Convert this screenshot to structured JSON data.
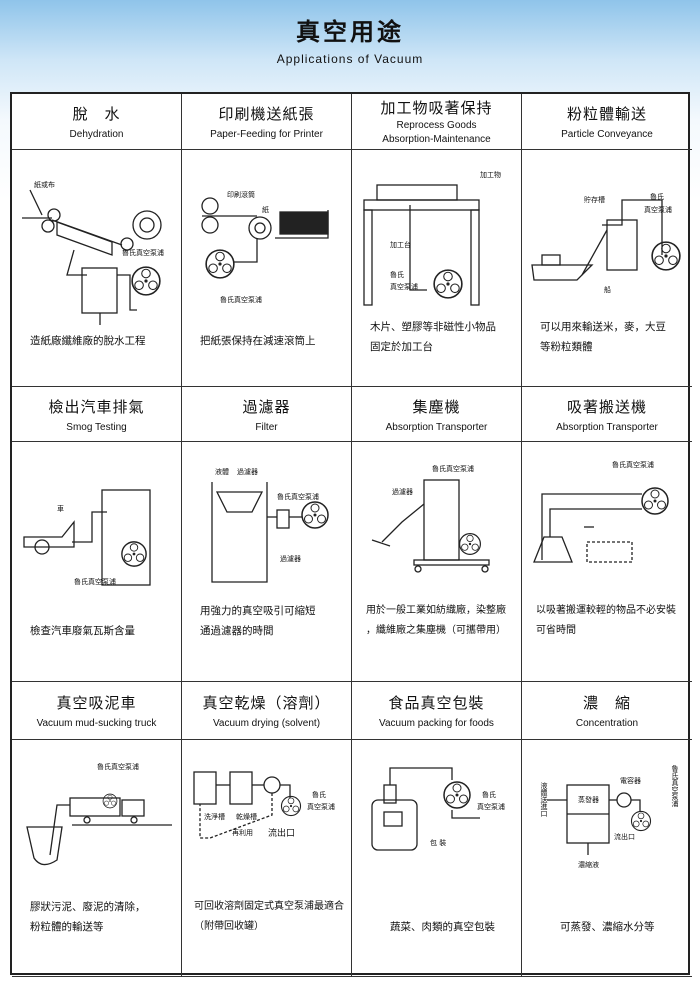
{
  "title": "真空用途",
  "subtitle": "Applications of Vacuum",
  "cells": [
    {
      "zh": "脫　水",
      "en": "Dehydration",
      "labels": [
        "紙或布",
        "魯氏真空泵浦"
      ],
      "caption": [
        "造紙廠纖維廠的脫水工程"
      ]
    },
    {
      "zh": "印刷機送紙張",
      "en": "Paper-Feeding for Printer",
      "labels": [
        "印刷滾筒",
        "紙",
        "魯氏真空泵浦"
      ],
      "caption": [
        "把紙張保持在減速滾筒上"
      ]
    },
    {
      "zh": "加工物吸著保持",
      "en": [
        "Reprocess Goods",
        "Absorption-Maintenance"
      ],
      "labels": [
        "加工物",
        "加工台",
        "魯氏",
        "真空泵浦"
      ],
      "caption": [
        "木片、塑膠等非磁性小物品",
        "固定於加工台"
      ]
    },
    {
      "zh": "粉粒體輸送",
      "en": "Particle Conveyance",
      "labels": [
        "貯存槽",
        "魯氏",
        "真空泵浦",
        "船"
      ],
      "caption": [
        "可以用來輸送米，麥，大豆",
        "等粉粒類體"
      ]
    },
    {
      "zh": "檢出汽車排氣",
      "en": "Smog Testing",
      "labels": [
        "車",
        "魯氏真空泵浦"
      ],
      "caption": [
        "檢查汽車廢氣瓦斯含量"
      ]
    },
    {
      "zh": "過濾器",
      "en": "Filter",
      "labels": [
        "液體",
        "過濾器",
        "魯氏真空泵浦",
        "過濾器"
      ],
      "caption": [
        "用強力的真空吸引可縮短",
        "通過濾器的時間"
      ]
    },
    {
      "zh": "集塵機",
      "en": "Absorption Transporter",
      "labels": [
        "魯氏真空泵浦",
        "過濾器"
      ],
      "caption": [
        "用於一般工業如紡織廠，染整廠",
        "，纖維廠之集塵機（可攜帶用）"
      ]
    },
    {
      "zh": "吸著搬送機",
      "en": "Absorption Transporter",
      "labels": [
        "魯氏真空泵浦"
      ],
      "caption": [
        "以吸著搬運較輕的物品不必安裝",
        "可省時間"
      ]
    },
    {
      "zh": "真空吸泥車",
      "en": "Vacuum mud-sucking truck",
      "labels": [
        "魯氏真空泵浦"
      ],
      "caption": [
        "膠狀污泥、廢泥的清除，",
        "粉粒體的輸送等"
      ]
    },
    {
      "zh": "真空乾燥（溶劑）",
      "en": "Vacuum drying (solvent)",
      "labels": [
        "洗淨槽",
        "乾燥槽",
        "再利用",
        "流出口",
        "魯氏",
        "真空泵浦"
      ],
      "caption": [
        "可回收溶劑固定式真空泵浦最適合",
        "（附帶回收罐）"
      ]
    },
    {
      "zh": "食品真空包裝",
      "en": "Vacuum packing for foods",
      "labels": [
        "魯氏",
        "真空泵浦",
        "包 裝"
      ],
      "caption": [
        "蔬菜、肉類的真空包裝"
      ]
    },
    {
      "zh": "濃　縮",
      "en": "Concentration",
      "labels": [
        "液體送進口",
        "蒸發器",
        "電容器",
        "魯氏真空泵浦",
        "流出口",
        "濃縮液"
      ],
      "caption": [
        "可蒸發、濃縮水分等"
      ]
    }
  ]
}
